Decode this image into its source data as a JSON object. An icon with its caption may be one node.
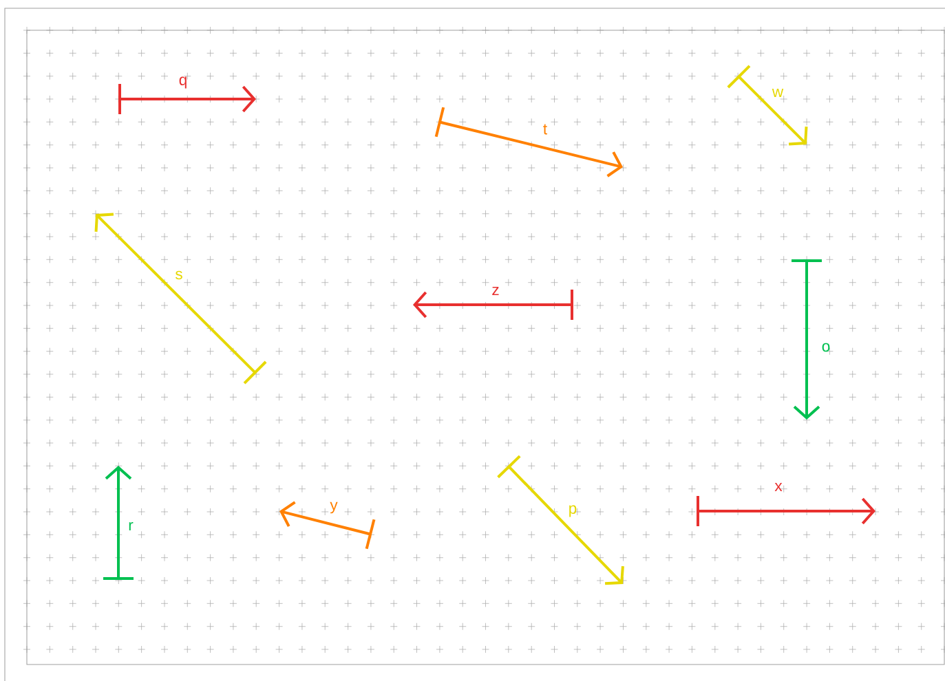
{
  "diagram": {
    "labels": [
      "q",
      "t",
      "w",
      "s",
      "z",
      "o",
      "r",
      "y",
      "p",
      "x"
    ]
  }
}
